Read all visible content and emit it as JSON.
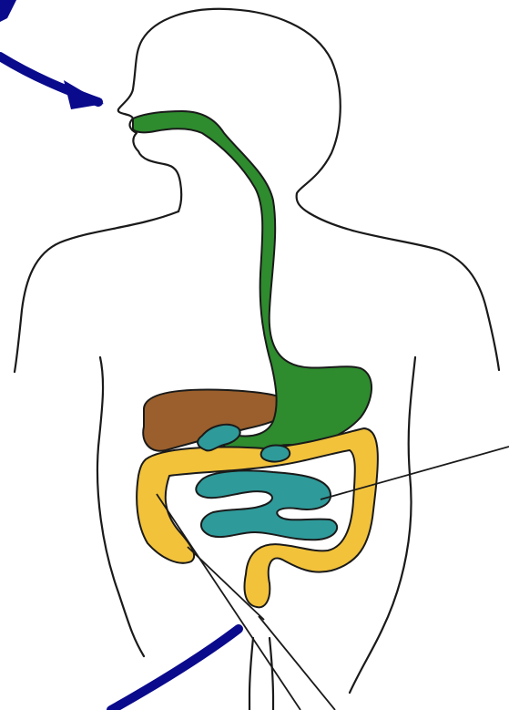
{
  "diagram": {
    "subject": "human-digestive-system",
    "colors": {
      "outline": "#1a1a1a",
      "esophagus_stomach": "#2e8b2e",
      "liver": "#9a5f2c",
      "small_intestine": "#2f9a9a",
      "large_intestine": "#f2c23b",
      "arrows": "#0a0a8c",
      "background": "#ffffff"
    },
    "parts": [
      {
        "key": "body-outline",
        "label": ""
      },
      {
        "key": "mouth",
        "label": ""
      },
      {
        "key": "esophagus",
        "label": ""
      },
      {
        "key": "stomach",
        "label": ""
      },
      {
        "key": "liver",
        "label": ""
      },
      {
        "key": "small-intestine",
        "label": ""
      },
      {
        "key": "large-intestine",
        "label": ""
      },
      {
        "key": "rectum",
        "label": ""
      }
    ],
    "arrows": [
      {
        "key": "intake-arrow",
        "points_to": "mouth"
      },
      {
        "key": "exit-arrow",
        "points_to": "rectum"
      }
    ],
    "leader_lines": [
      {
        "key": "small-intestine-leader"
      },
      {
        "key": "appendix-leader"
      },
      {
        "key": "anus-leader"
      }
    ]
  }
}
